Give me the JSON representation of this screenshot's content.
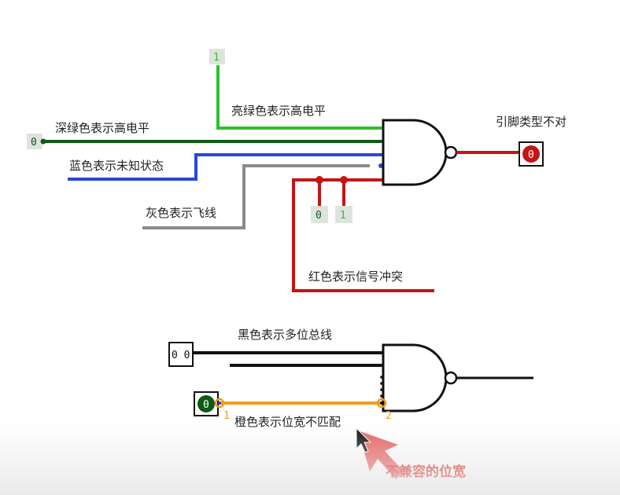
{
  "colors": {
    "dark_green": "#0f5a14",
    "bright_green": "#2fbf2f",
    "blue": "#2a46d8",
    "gray": "#8a8a8a",
    "red": "#c41515",
    "black": "#111111",
    "orange": "#f29a1e",
    "pin_bg": "#dde4dd",
    "annotation_red": "#e32020"
  },
  "top_gate": {
    "labels": {
      "bright_green": "亮绿色表示高电平",
      "dark_green": "深绿色表示高电平",
      "blue": "蓝色表示未知状态",
      "gray": "灰色表示飞线",
      "red_conflict": "红色表示信号冲突",
      "wrong_pin": "引脚类型不对"
    },
    "inputs": {
      "bright_green_pin": "1",
      "dark_green_pin": "0",
      "red_pin_a": "0",
      "red_pin_b": "1"
    },
    "output_value": "0"
  },
  "bottom_gate": {
    "labels": {
      "black_bus": "黑色表示多位总线",
      "orange": "橙色表示位宽不匹配"
    },
    "bus_input_value": "0 0",
    "green_input_value": "0",
    "width_left": "1",
    "width_right": "2",
    "annotation": "不兼容的位宽"
  }
}
